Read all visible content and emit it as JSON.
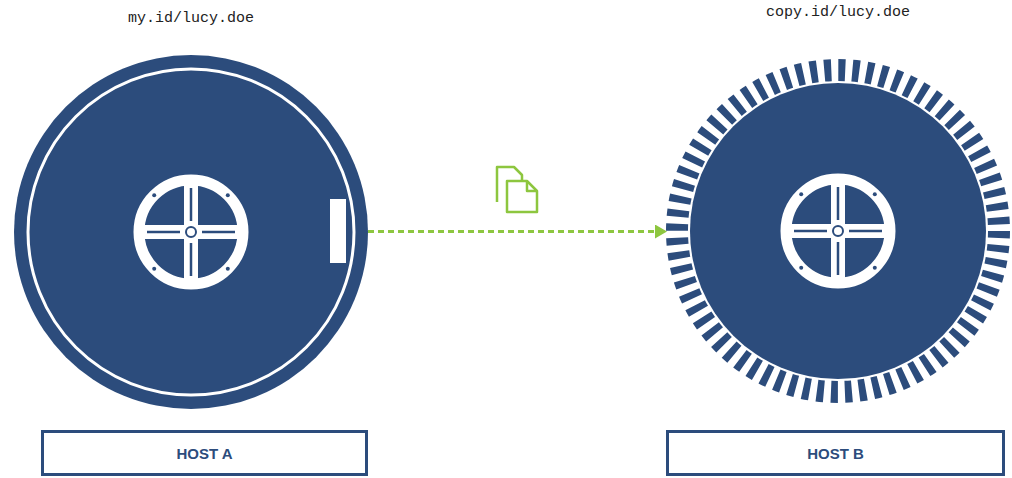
{
  "diagram": {
    "nodes": [
      {
        "text": [
          "my.id/lucy.doe"
        ]
      },
      {
        "text": [
          "copy.id/lucy.doe"
        ]
      },
      {
        "text": [
          "HOST A"
        ]
      },
      {
        "text": [
          "HOST B"
        ]
      }
    ],
    "edges": [
      {
        "from": 0,
        "to": 1,
        "arrow": "to"
      }
    ]
  }
}
